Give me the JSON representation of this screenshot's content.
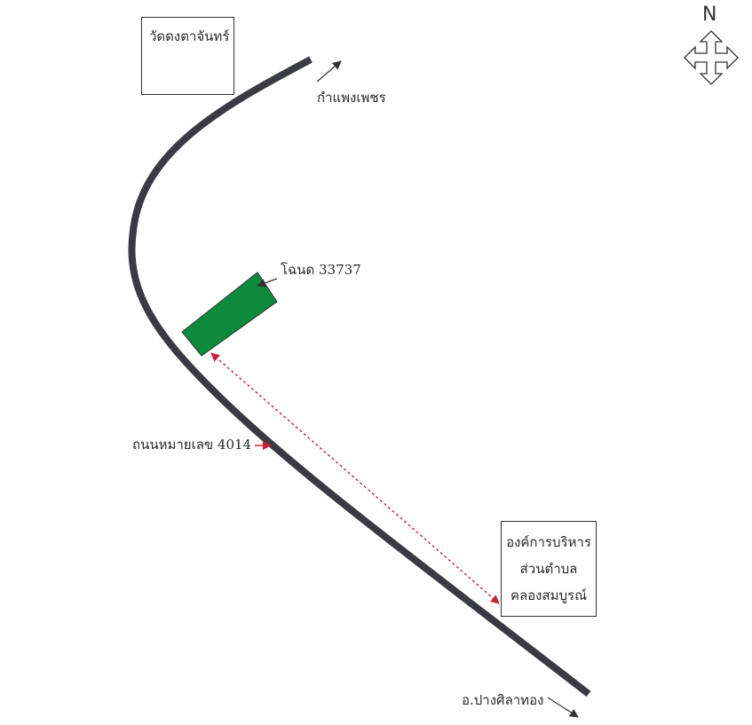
{
  "map": {
    "north_label": "N",
    "temple": {
      "label": "วัดดงตาจันทร์"
    },
    "to_kamphaeng_phet": {
      "label": "กำแพงเพชร"
    },
    "plot": {
      "label": "โฉนด 33737",
      "color": "#0e8a3c"
    },
    "road": {
      "label": "ถนนหมายเลข 4014",
      "color": "#3a3a42"
    },
    "office": {
      "line1": "องค์การบริหาร",
      "line2": "ส่วนตำบล",
      "line3": "คลองสมบูรณ์"
    },
    "to_pang_sila_thong": {
      "label": "อ.ปางศิลาทอง"
    },
    "distance_line_color": "#d0203a",
    "pointer_color": "#c8203a"
  }
}
